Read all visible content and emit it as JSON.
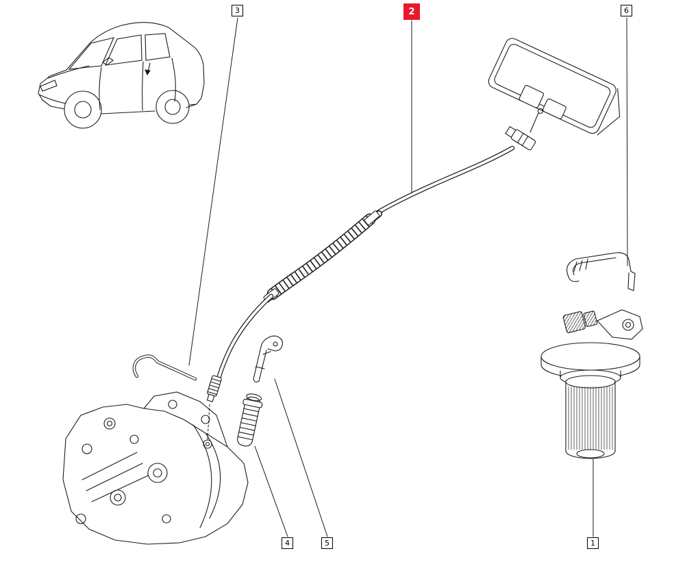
{
  "page": {
    "background_color": "#ffffff"
  },
  "diagram": {
    "type": "exploded-parts-line-drawing",
    "subject": "Speedometer drive cable assembly: vehicle, instrument cluster, cable, gearbox, drive pin, fork clip, spring clip, speed sensor",
    "line_color": "#1a1a1a",
    "highlight_color": "#e8192c",
    "highlight_text_color": "#ffffff",
    "callout_border_color": "#000000",
    "callouts": [
      {
        "label": "1",
        "highlighted": false,
        "target": "speed-sensor"
      },
      {
        "label": "2",
        "highlighted": true,
        "target": "speedometer-cable"
      },
      {
        "label": "3",
        "highlighted": false,
        "target": "retaining-rod"
      },
      {
        "label": "4",
        "highlighted": false,
        "target": "drive-pin"
      },
      {
        "label": "5",
        "highlighted": false,
        "target": "fork-clip"
      },
      {
        "label": "6",
        "highlighted": false,
        "target": "spring-clip"
      }
    ]
  }
}
